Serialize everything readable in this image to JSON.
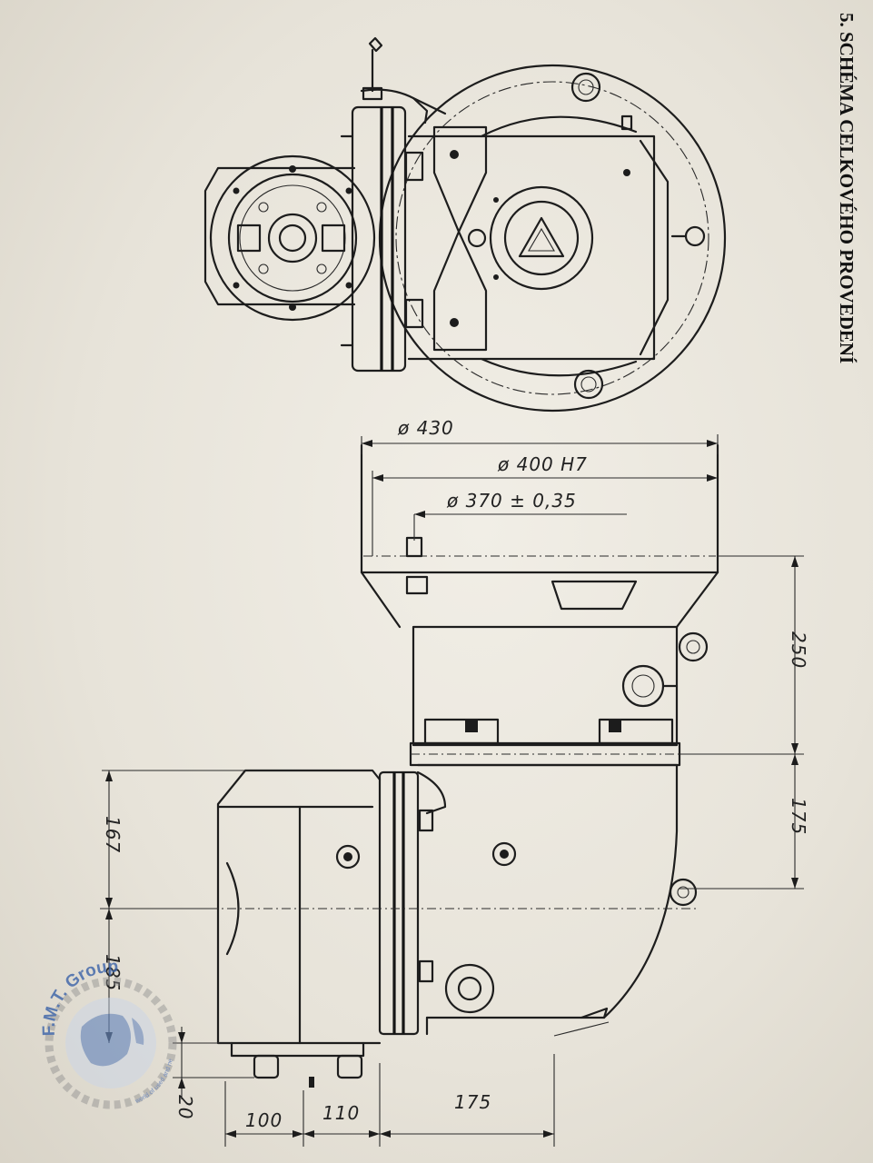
{
  "heading": "5. SCHÉMA CELKOVÉHO PROVEDENÍ",
  "dimensions": {
    "d430": "ø 430",
    "d400": "ø 400 H7",
    "d370": "ø 370 ± 0,35",
    "v250": "250",
    "v175": "175",
    "v167": "167",
    "v185": "185",
    "v20": "20",
    "h100": "100",
    "h110": "110",
    "h175": "175"
  },
  "watermark": {
    "name": "F.M.T. Group",
    "tagline": "world of used and new machines"
  },
  "colors": {
    "paper": "#e9e6dd",
    "ink": "#1d1d1d",
    "watermark_blue": "#3a62a8"
  }
}
